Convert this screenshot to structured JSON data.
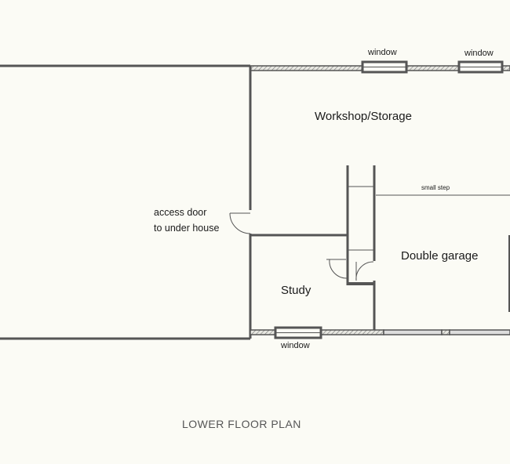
{
  "plan": {
    "title": "LOWER FLOOR PLAN",
    "rooms": {
      "workshop": "Workshop/Storage",
      "garage": "Double garage",
      "study": "Study"
    },
    "annotations": {
      "window_top_1": "window",
      "window_top_2": "window",
      "window_bottom": "window",
      "small_step": "small step",
      "access_door_line1": "access door",
      "access_door_line2": "to under house"
    },
    "colors": {
      "wall": "#555555",
      "background": "#fbfbf5"
    }
  }
}
